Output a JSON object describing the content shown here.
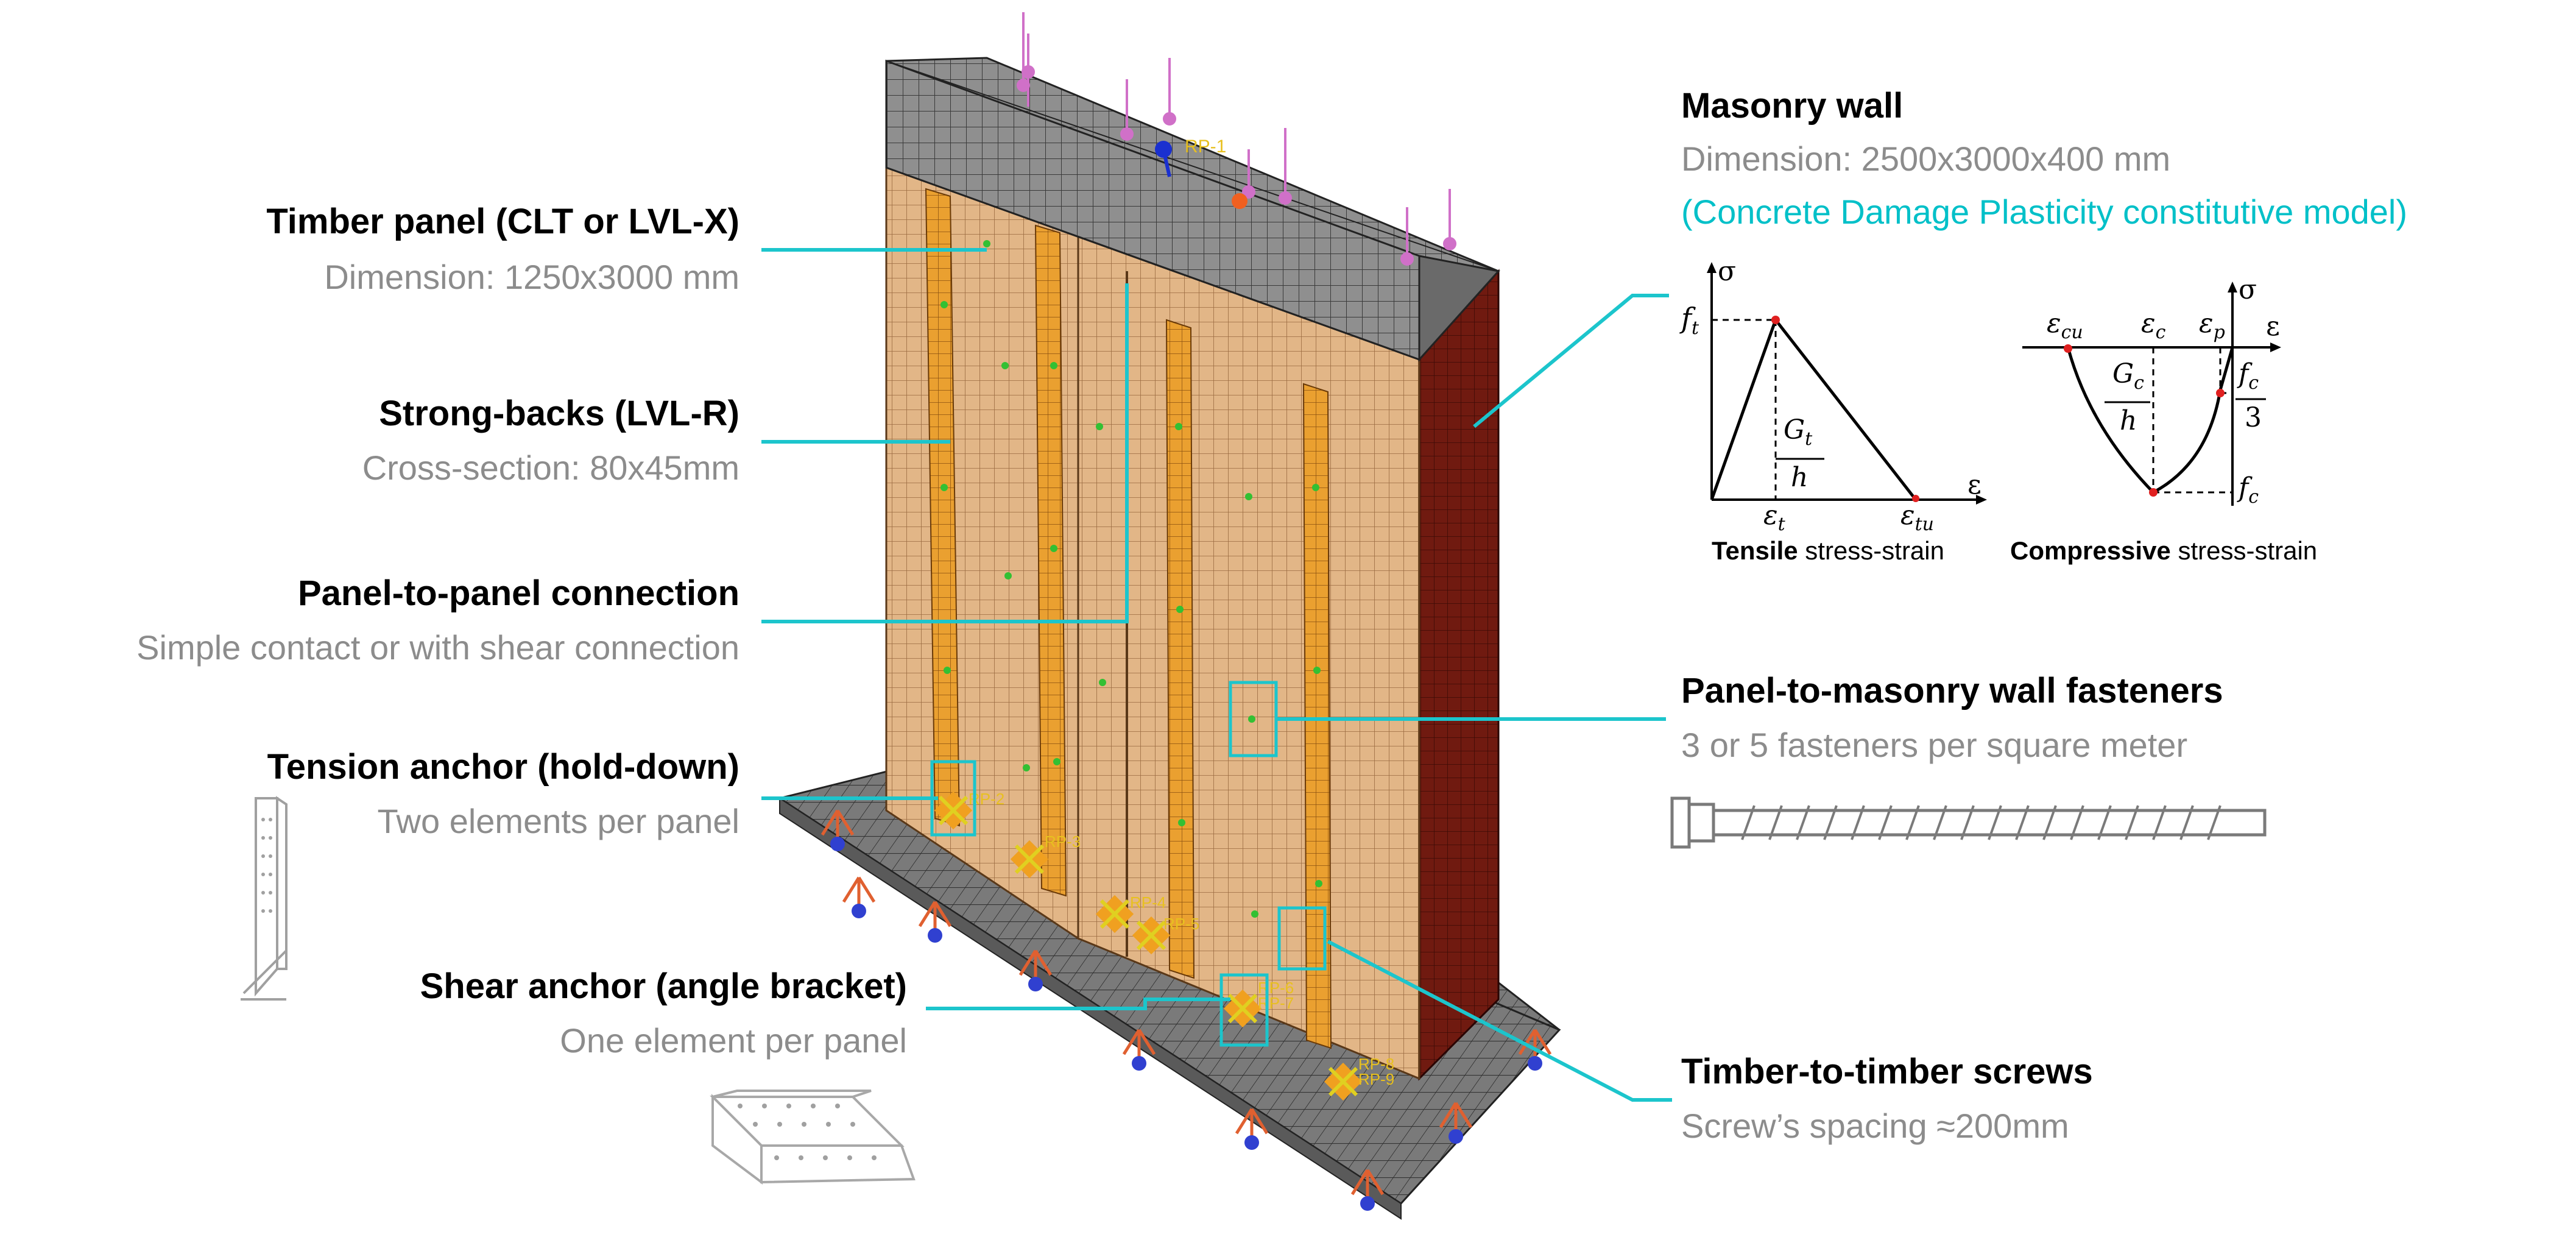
{
  "callouts_left": {
    "timber_panel": {
      "title": "Timber panel (CLT or LVL-X)",
      "sub": "Dimension: 1250x3000 mm"
    },
    "strong_backs": {
      "title": "Strong-backs (LVL-R)",
      "sub": "Cross-section: 80x45mm"
    },
    "panel_to_panel": {
      "title": "Panel-to-panel connection",
      "sub": "Simple contact or with shear connection"
    },
    "tension_anchor": {
      "title": "Tension anchor (hold-down)",
      "sub": "Two elements per panel"
    },
    "shear_anchor": {
      "title": "Shear anchor (angle bracket)",
      "sub": "One element per panel"
    }
  },
  "callouts_right": {
    "masonry_wall": {
      "title": "Masonry wall",
      "sub": "Dimension: 2500x3000x400 mm",
      "model": "(Concrete Damage Plasticity constitutive model)"
    },
    "fasteners": {
      "title": "Panel-to-masonry wall fasteners",
      "sub": "3 or 5 fasteners per square meter"
    },
    "screws": {
      "title": "Timber-to-timber screws",
      "sub": "Screw’s spacing ≈200mm"
    }
  },
  "tensile_chart": {
    "caption_bold": "Tensile",
    "caption_rest": " stress-strain",
    "y_axis": "σ",
    "x_axis": "ε",
    "peak_label": "f",
    "peak_sub": "t",
    "strain_at_peak": "ε",
    "strain_at_peak_sub": "t",
    "ultimate_strain": "ε",
    "ultimate_strain_sub": "tu",
    "energy_num": "G",
    "energy_num_sub": "t",
    "energy_den": "h"
  },
  "compressive_chart": {
    "caption_bold": "Compressive",
    "caption_rest": " stress-strain",
    "y_axis": "σ",
    "x_axis": "ε",
    "eps_cu": "ε",
    "eps_cu_sub": "cu",
    "eps_c": "ε",
    "eps_c_sub": "c",
    "eps_p": "ε",
    "eps_p_sub": "p",
    "energy_num": "G",
    "energy_num_sub": "c",
    "energy_den": "h",
    "third_num": "f",
    "third_num_sub": "c",
    "third_den": "3",
    "peak_label": "f",
    "peak_sub": "c"
  },
  "colors": {
    "leader": "#1cc5cc",
    "timber": "#e2b687",
    "strongback": "#e8a030",
    "masonry_top": "#8a8a8a",
    "masonry_side": "#6e1a0f",
    "base": "#7d7d7d"
  },
  "rp_labels": [
    "RP-1",
    "RP-2",
    "RP-3",
    "RP-4",
    "RP-5",
    "RP-6",
    "RP-7",
    "RP-8",
    "RP-9"
  ]
}
